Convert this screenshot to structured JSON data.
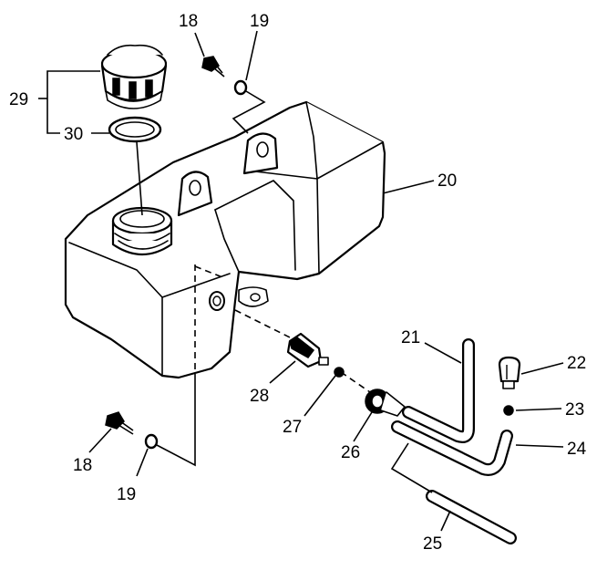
{
  "callouts": {
    "c18_top": "18",
    "c19_top": "19",
    "c29": "29",
    "c30": "30",
    "c20": "20",
    "c21": "21",
    "c22": "22",
    "c23": "23",
    "c24": "24",
    "c25": "25",
    "c26": "26",
    "c27": "27",
    "c28": "28",
    "c18_bottom": "18",
    "c19_bottom": "19"
  }
}
